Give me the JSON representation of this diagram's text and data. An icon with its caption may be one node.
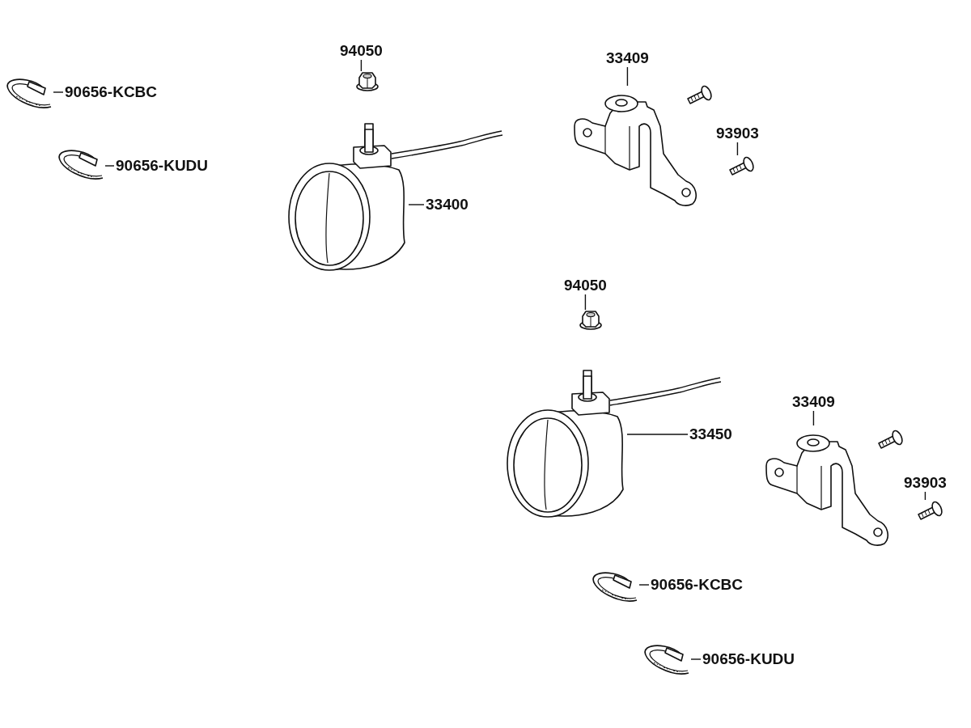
{
  "diagram": {
    "nodes": [
      {
        "text": [
          "94050"
        ]
      },
      {
        "text": [],
        "shape": "picture"
      },
      {
        "text": [
          "90656-KCBC"
        ]
      },
      {
        "text": [],
        "shape": "picture"
      },
      {
        "text": [
          "90656-KUDU"
        ]
      },
      {
        "text": [],
        "shape": "picture"
      },
      {
        "text": [
          "33400"
        ]
      },
      {
        "text": [],
        "shape": "picture"
      },
      {
        "text": [
          "33409"
        ]
      },
      {
        "text": [],
        "shape": "picture"
      },
      {
        "text": [
          "93903"
        ]
      },
      {
        "text": [],
        "shape": "picture"
      },
      {
        "text": [
          "94050"
        ]
      },
      {
        "text": [],
        "shape": "picture"
      },
      {
        "text": [
          "33450"
        ]
      },
      {
        "text": [],
        "shape": "picture"
      },
      {
        "text": [
          "33409"
        ]
      },
      {
        "text": [],
        "shape": "picture"
      },
      {
        "text": [
          "93903"
        ]
      },
      {
        "text": [],
        "shape": "picture"
      },
      {
        "text": [
          "90656-KCBC"
        ]
      },
      {
        "text": [],
        "shape": "picture"
      },
      {
        "text": [
          "90656-KUDU"
        ]
      },
      {
        "text": [],
        "shape": "picture"
      }
    ],
    "edges": [
      {
        "from": 0,
        "to": 1,
        "arrow": "none"
      },
      {
        "from": 2,
        "to": 3,
        "arrow": "none"
      },
      {
        "from": 4,
        "to": 5,
        "arrow": "none"
      },
      {
        "from": 6,
        "to": 7,
        "arrow": "none"
      },
      {
        "from": 8,
        "to": 9,
        "arrow": "none"
      },
      {
        "from": 10,
        "to": 11,
        "arrow": "none"
      },
      {
        "from": 12,
        "to": 13,
        "arrow": "none"
      },
      {
        "from": 14,
        "to": 15,
        "arrow": "none"
      },
      {
        "from": 16,
        "to": 17,
        "arrow": "none"
      },
      {
        "from": 18,
        "to": 19,
        "arrow": "none"
      },
      {
        "from": 20,
        "to": 21,
        "arrow": "none"
      },
      {
        "from": 22,
        "to": 23,
        "arrow": "none"
      }
    ]
  }
}
